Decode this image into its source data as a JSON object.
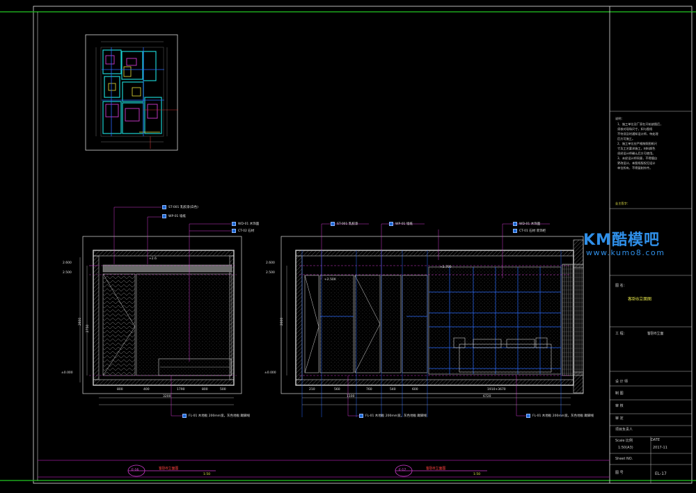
{
  "notes": {
    "header": "说明：",
    "lines": [
      "1、施工单位及厂家在开始放图后，",
      "须核对现场尺寸，如与图纸",
      "不符须及时通知设计师，待处理",
      "后方可施工。",
      "2、施工单位应严格按照图纸尺",
      "寸及工艺要求施工，材料颜色",
      "须经设计师确认后方可使用。",
      "3、未经设计师同意，不得擅自",
      "更改设计，本图纸版权归设计",
      "单位所有，不得复制外传。"
    ],
    "sub": "业主签字："
  },
  "watermark": {
    "logo": "KM酷模吧",
    "url": "www.kumo8.com"
  },
  "title_block": {
    "drawing_name_label": "图 名：",
    "drawing_name": "客卧B立面图",
    "project_label": "工 程：",
    "project_value": "客卧B立面",
    "design_label": "设 计 师",
    "draw_label": "制 图",
    "check_label": "审 核",
    "approve_label": "审 定",
    "review_label": "项目负责人",
    "scale_label": "Scale 比例",
    "scale_value": "1:50(A3)",
    "date_label": "DATE",
    "date_value": "2017-11",
    "sheet_label": "Sheet NO.",
    "page_label": "图 号",
    "page_value": "EL-17"
  },
  "left_elev": {
    "title": "客卧B立面图",
    "scale": "1:50",
    "marker": "E-16",
    "levels": [
      "2.600",
      "2.500",
      "±0.000"
    ],
    "dims_bottom": [
      "800",
      "400",
      "1790",
      "800",
      "500"
    ],
    "dim_total": "3200",
    "height_dim": "2600",
    "height_total": "2750",
    "callouts_top": [
      "ST-001 乳胶漆(白色)",
      "WP-01 墙纸",
      "WD-01 木饰面",
      "CT-02 石材"
    ],
    "callout_bottom": "FL-01 木地板 200mm宽，灰色地板 踢脚线",
    "level_mark": "+2.6"
  },
  "right_elev": {
    "title": "客卧B立面图",
    "scale": "1:50",
    "marker": "E-17",
    "levels": [
      "2.600",
      "2.500",
      "±0.000"
    ],
    "dims_bottom": [
      "210",
      "560",
      "760",
      "540",
      "600",
      "1910+3670"
    ],
    "dim_left": "1100",
    "dim_total": "6720",
    "height_dim": "2600",
    "callouts_top": [
      "ST-001 乳胶漆",
      "WP-01 墙纸",
      "WD-01 木饰面",
      "CT-01 石材 装饰柜"
    ],
    "callout_bottom_left": "FL-01 木地板 200mm宽，灰色地板 踢脚线",
    "callout_bottom_right": "FL-01 木地板 200mm宽，灰色地板 踢脚线",
    "level_mark": "+2.700",
    "inner_level": "+2.500"
  }
}
